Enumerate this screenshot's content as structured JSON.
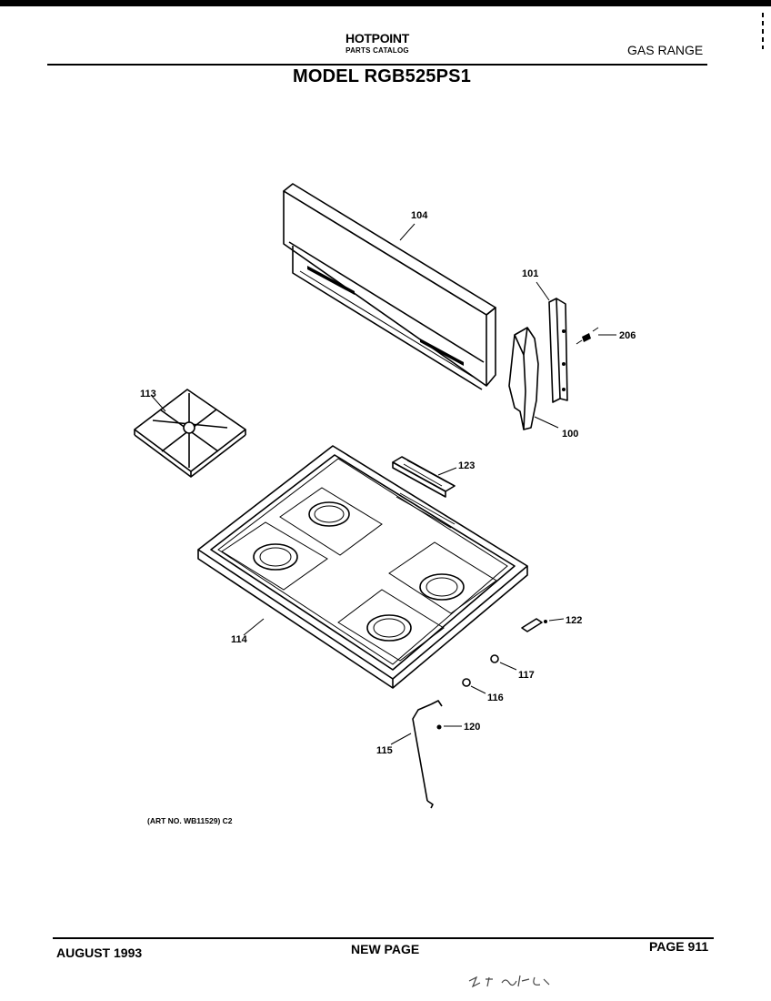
{
  "header": {
    "brand": "HOTPOINT",
    "subtitle": "PARTS CATALOG",
    "category": "GAS RANGE",
    "model": "MODEL RGB525PS1"
  },
  "callouts": {
    "c104": "104",
    "c101": "101",
    "c206": "206",
    "c100": "100",
    "c113": "113",
    "c123": "123",
    "c114": "114",
    "c122": "122",
    "c117": "117",
    "c116": "116",
    "c120": "120",
    "c115": "115"
  },
  "art_note": "(ART NO. WB11529) C2",
  "footer": {
    "date": "AUGUST 1993",
    "page_type": "NEW PAGE",
    "page_number": "PAGE 911"
  }
}
